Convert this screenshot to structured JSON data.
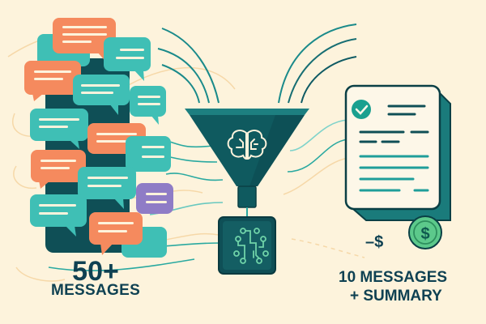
{
  "colors": {
    "background": "#fdf3dc",
    "dark_teal": "#0f4f56",
    "teal": "#3fbfb5",
    "coral": "#f58a5e",
    "purple": "#8f7cc6",
    "green_coin": "#5cc98b",
    "text": "#0f4152"
  },
  "left": {
    "count": "50+",
    "caption": "MESSAGES"
  },
  "center": {
    "funnel_icon": "brain-circuit-icon",
    "chip_icon": "circuit-icon"
  },
  "right": {
    "line1": "10 MESSAGES",
    "line2": "+ SUMMARY",
    "cost_label": "–$",
    "coin_symbol": "$",
    "doc_icon": "document-check-icon"
  }
}
